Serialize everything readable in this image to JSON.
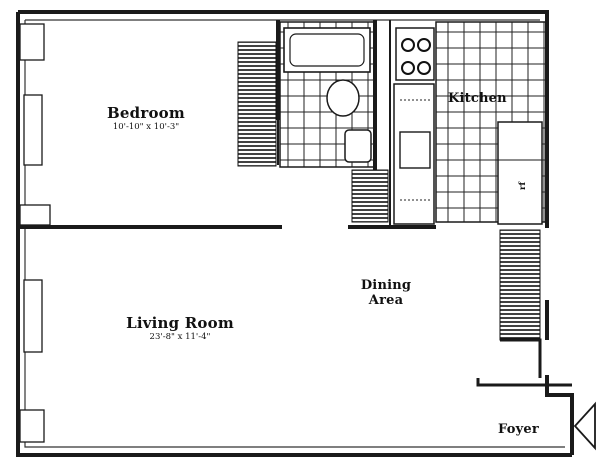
{
  "rooms": {
    "bedroom": {
      "name": "Bedroom",
      "dims": "10'-10\" x 10'-3\""
    },
    "kitchen": {
      "name": "Kitchen"
    },
    "dining": {
      "name_line1": "Dining",
      "name_line2": "Area"
    },
    "living": {
      "name": "Living Room",
      "dims": "23'-8\" x 11'-4\""
    },
    "foyer": {
      "name": "Foyer"
    }
  },
  "fixtures": {
    "refrigerator_label": "rf"
  },
  "colors": {
    "wall": "#1a1a1a",
    "line": "#2a2a2a",
    "background": "#ffffff"
  }
}
